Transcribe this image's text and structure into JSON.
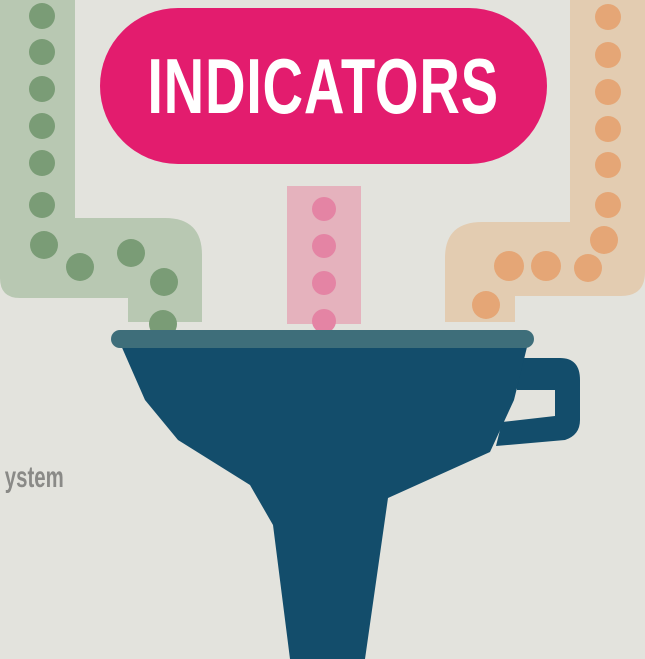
{
  "title": "INDICATORS",
  "side_label": "ystem",
  "colors": {
    "background": "#e3e3dd",
    "title_pill": "#e31c6e",
    "green_pipe": "#b8c8b2",
    "green_dot": "#7a9c76",
    "pink_pipe": "#e5b2bd",
    "pink_dot": "#e484a4",
    "orange_pipe": "#e3ccb1",
    "orange_dot": "#e5a676",
    "funnel": "#134d6b",
    "funnel_rim": "#3e6e7a"
  },
  "icons": {
    "funnel": "funnel-icon",
    "pipes": [
      "green-pipe",
      "pink-pipe",
      "orange-pipe"
    ]
  }
}
